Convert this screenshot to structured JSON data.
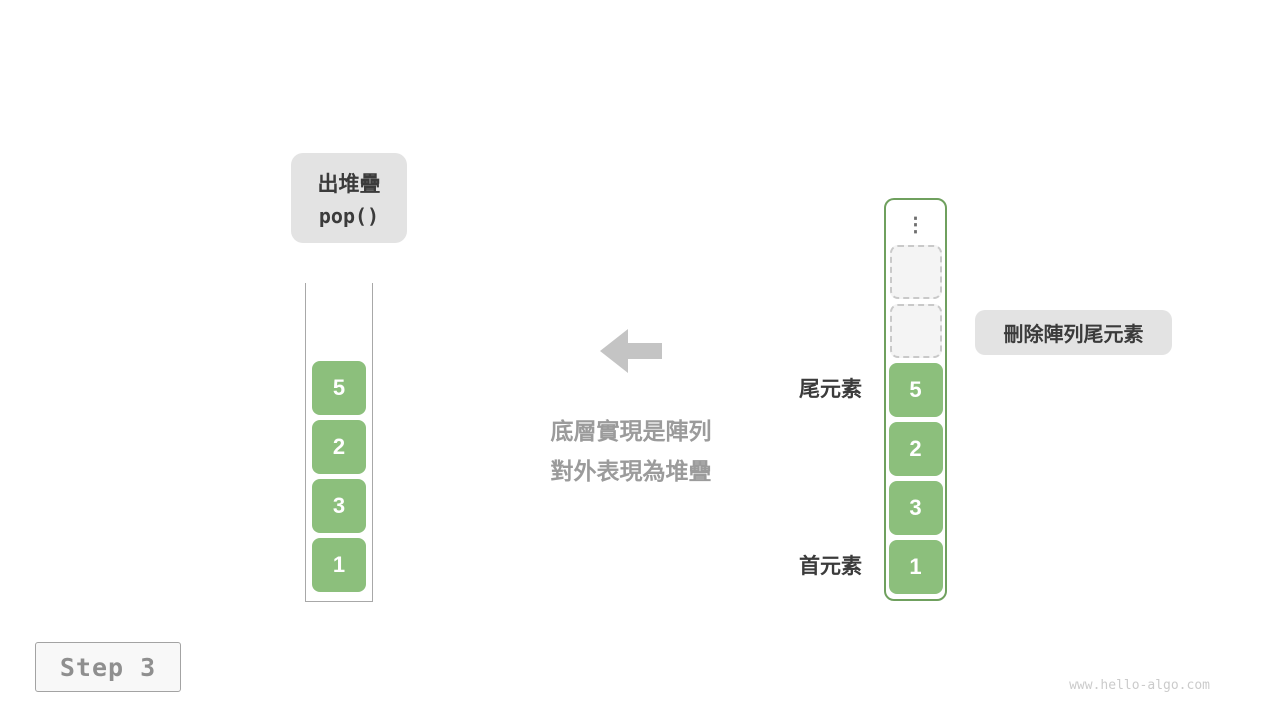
{
  "pop_label": {
    "line1": "出堆疊",
    "line2": "pop()"
  },
  "left_stack": {
    "items": [
      "5",
      "2",
      "3",
      "1"
    ]
  },
  "caption": {
    "line1": "底層實現是陣列",
    "line2": "對外表現為堆疊"
  },
  "right_array": {
    "ellipsis": "⋮",
    "empty_slot_count": 2,
    "items": [
      "5",
      "2",
      "3",
      "1"
    ],
    "tail_label": "尾元素",
    "head_label": "首元素"
  },
  "annotation": {
    "text": "刪除陣列尾元素"
  },
  "step": {
    "label": "Step 3"
  },
  "watermark": "www.hello-algo.com",
  "colors": {
    "green": "#8CBF7C",
    "green_border": "#6FA05E",
    "label_bg": "#E3E3E3",
    "text_dark": "#3B3B3B",
    "gray_text": "#9B9B9B",
    "arrow": "#C4C4C4",
    "dash_border": "#C9C9C9",
    "dash_bg": "#F4F4F4",
    "frame_border": "#A8A8A8"
  }
}
